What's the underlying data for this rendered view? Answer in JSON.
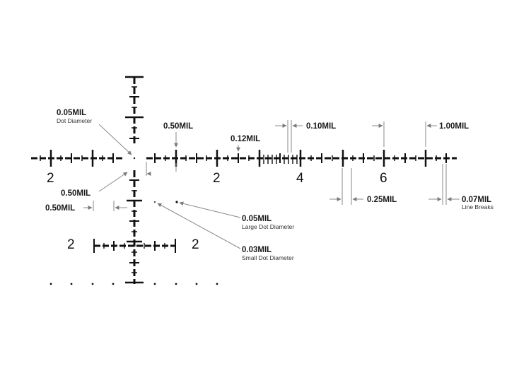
{
  "labels": {
    "dot_diameter_value": "0.05MIL",
    "dot_diameter_caption": "Dot Diameter",
    "hash_spacing_top": "0.50MIL",
    "small_hash_top": "0.12MIL",
    "line_width_thin": "0.10MIL",
    "major_spacing": "1.00MIL",
    "hash_spacing_left": "0.50MIL",
    "hash_spacing_vertical": "0.50MIL",
    "hash_gap": "0.25MIL",
    "line_break_value": "0.07MIL",
    "line_break_caption": "Line Breaks",
    "large_dot_value": "0.05MIL",
    "large_dot_caption": "Large Dot Diameter",
    "small_dot_value": "0.03MIL",
    "small_dot_caption": "Small Dot Diameter"
  },
  "numbers": {
    "h_left_2": "2",
    "h_right_2": "2",
    "h_4": "4",
    "h_6": "6",
    "lower_left_2": "2",
    "lower_right_2": "2"
  }
}
